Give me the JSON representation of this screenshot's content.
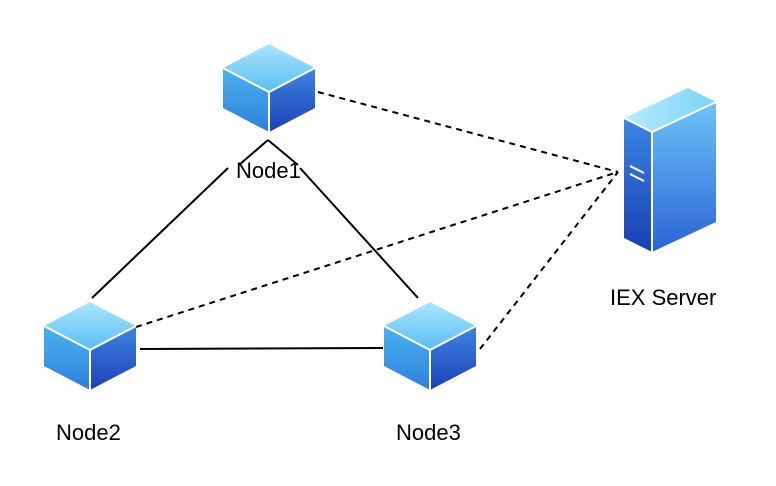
{
  "nodes": [
    {
      "id": "node1",
      "label": "Node1"
    },
    {
      "id": "node2",
      "label": "Node2"
    },
    {
      "id": "node3",
      "label": "Node3"
    }
  ],
  "server": {
    "label": "IEX Server"
  },
  "connections": {
    "solid": [
      [
        "node1",
        "node2"
      ],
      [
        "node1",
        "node3"
      ],
      [
        "node2",
        "node3"
      ]
    ],
    "dashed": [
      [
        "node1",
        "server"
      ],
      [
        "node2",
        "server"
      ],
      [
        "node3",
        "server"
      ]
    ]
  },
  "colors": {
    "cube_top": "#7fd0f5",
    "cube_left": "#3aa7e8",
    "cube_right": "#2a55c9",
    "server_front": "#3b8de6",
    "server_side": "#1f5ec8",
    "line": "#000000"
  },
  "icons": {
    "node": "cube-icon",
    "server": "server-icon"
  }
}
